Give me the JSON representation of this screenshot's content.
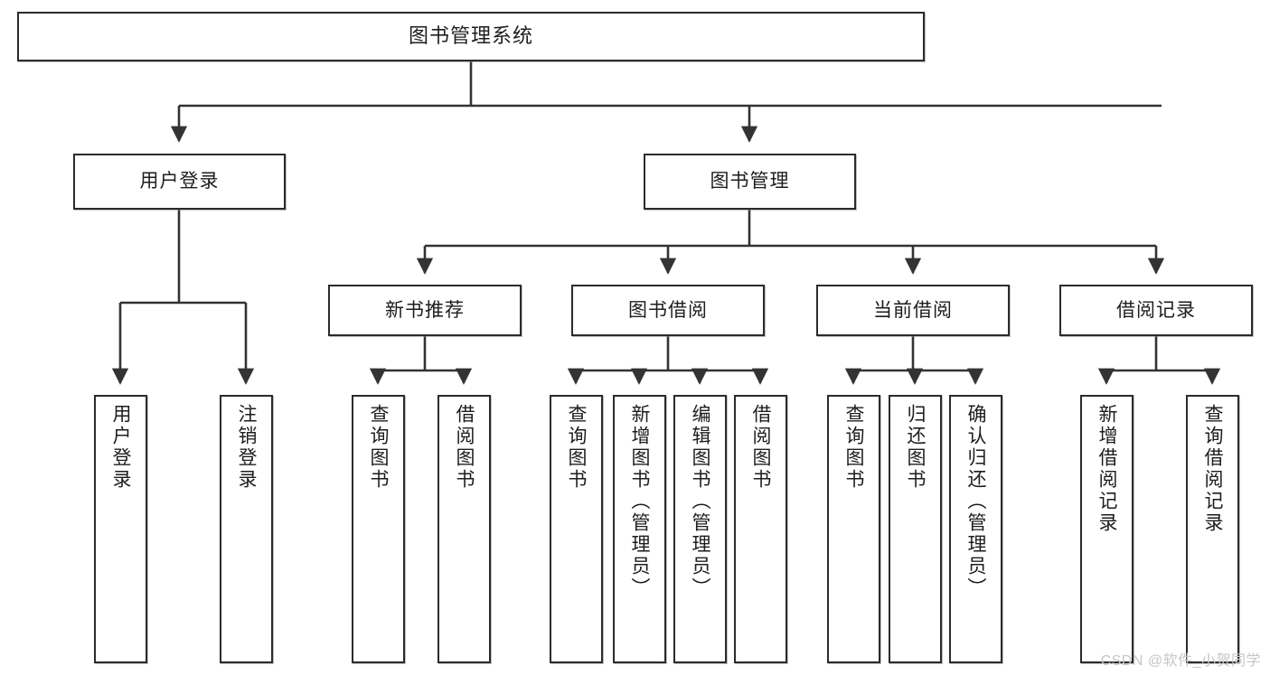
{
  "diagram": {
    "type": "tree-hierarchy",
    "title": "图书管理系统",
    "watermark": "CSDN @软件_小贺同学",
    "colors": {
      "box_border": "#2b2b2b",
      "box_fill": "#ffffff",
      "connector": "#333333",
      "text": "#1d1d1d",
      "watermark": "#c6c6c6"
    },
    "nodes": {
      "root": {
        "label": "图书管理系统"
      },
      "level2": [
        {
          "id": "user-login",
          "label": "用户登录"
        },
        {
          "id": "book-manage",
          "label": "图书管理"
        }
      ],
      "level3": [
        {
          "id": "new-book-rec",
          "label": "新书推荐"
        },
        {
          "id": "book-borrow",
          "label": "图书借阅"
        },
        {
          "id": "current-borrow",
          "label": "当前借阅"
        },
        {
          "id": "borrow-record",
          "label": "借阅记录"
        }
      ],
      "leaves": [
        {
          "id": "leaf-user-login",
          "label": "用户登录",
          "parent": "user-login"
        },
        {
          "id": "leaf-logout",
          "label": "注销登录",
          "parent": "user-login"
        },
        {
          "id": "leaf-query-book-1",
          "label": "查询图书",
          "parent": "new-book-rec"
        },
        {
          "id": "leaf-borrow-book-1",
          "label": "借阅图书",
          "parent": "new-book-rec"
        },
        {
          "id": "leaf-query-book-2",
          "label": "查询图书",
          "parent": "book-borrow"
        },
        {
          "id": "leaf-add-book",
          "label": "新增图书（管理员）",
          "parent": "book-borrow"
        },
        {
          "id": "leaf-edit-book",
          "label": "编辑图书（管理员）",
          "parent": "book-borrow"
        },
        {
          "id": "leaf-borrow-book-2",
          "label": "借阅图书",
          "parent": "book-borrow"
        },
        {
          "id": "leaf-query-book-3",
          "label": "查询图书",
          "parent": "current-borrow"
        },
        {
          "id": "leaf-return-book",
          "label": "归还图书",
          "parent": "current-borrow"
        },
        {
          "id": "leaf-confirm-return",
          "label": "确认归还（管理员）",
          "parent": "current-borrow"
        },
        {
          "id": "leaf-add-record",
          "label": "新增借阅记录",
          "parent": "borrow-record"
        },
        {
          "id": "leaf-query-record",
          "label": "查询借阅记录",
          "parent": "borrow-record"
        }
      ]
    }
  }
}
